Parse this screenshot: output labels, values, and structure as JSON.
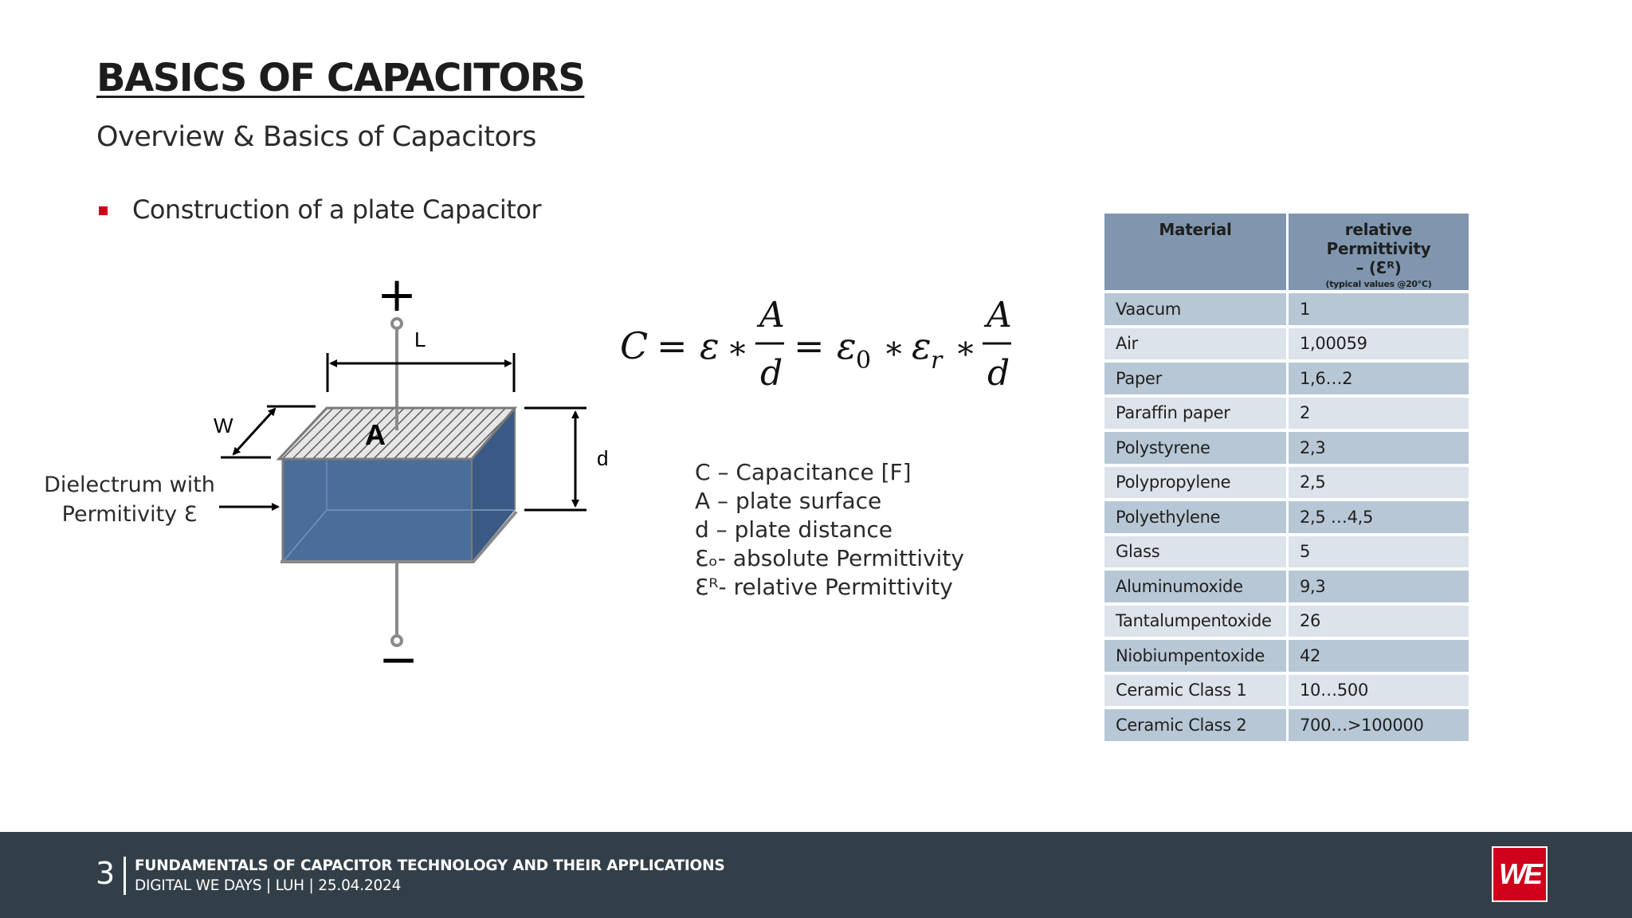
{
  "slide": {
    "title": "BASICS OF CAPACITORS",
    "subtitle": "Overview & Basics of Capacitors",
    "bullet": "Construction of a plate Capacitor"
  },
  "diagram": {
    "plus": "+",
    "minus": "−",
    "label_L": "L",
    "label_W": "W",
    "label_A": "A",
    "label_d": "d",
    "dielectric_line1": "Dielectrum with",
    "dielectric_line2": "Permitivity Ɛ"
  },
  "formula": {
    "C": "C",
    "eq": "=",
    "eps": "ε",
    "times": "∗",
    "A": "A",
    "d": "d",
    "eps0_sub": "0",
    "epsr_sub": "r"
  },
  "legend": [
    "C – Capacitance [F]",
    "A – plate surface",
    "d – plate distance",
    "Ɛₒ- absolute Permittivity",
    "Ɛᴿ- relative Permittivity"
  ],
  "table": {
    "header_material": "Material",
    "header_perm_line1": "relative Permittivity",
    "header_perm_line2": "– (Ɛᴿ)",
    "header_perm_note": "(typical values @20°C)",
    "rows": [
      {
        "material": "Vaacum",
        "value": "1"
      },
      {
        "material": "Air",
        "value": "1,00059"
      },
      {
        "material": "Paper",
        "value": "1,6…2"
      },
      {
        "material": "Paraffin paper",
        "value": "2"
      },
      {
        "material": "Polystyrene",
        "value": "2,3"
      },
      {
        "material": "Polypropylene",
        "value": "2,5"
      },
      {
        "material": "Polyethylene",
        "value": "2,5 …4,5"
      },
      {
        "material": "Glass",
        "value": "5"
      },
      {
        "material": "Aluminumoxide",
        "value": "9,3"
      },
      {
        "material": "Tantalumpentoxide",
        "value": "26"
      },
      {
        "material": "Niobiumpentoxide",
        "value": "42"
      },
      {
        "material": "Ceramic Class 1",
        "value": "10…500"
      },
      {
        "material": "Ceramic Class 2",
        "value": "700…>100000"
      }
    ]
  },
  "footer": {
    "page_number": "3",
    "line1": "FUNDAMENTALS OF CAPACITOR TECHNOLOGY AND THEIR APPLICATIONS",
    "line2": "DIGITAL WE DAYS | LUH | 25.04.2024",
    "logo_text": "WE"
  },
  "colors": {
    "accent_red": "#d0021b",
    "footer_bg": "#333f48",
    "table_header": "#7f96ae",
    "table_dark": "#b8c7d5",
    "table_light": "#dde3ea",
    "capacitor_body": "#4a6d9a"
  }
}
